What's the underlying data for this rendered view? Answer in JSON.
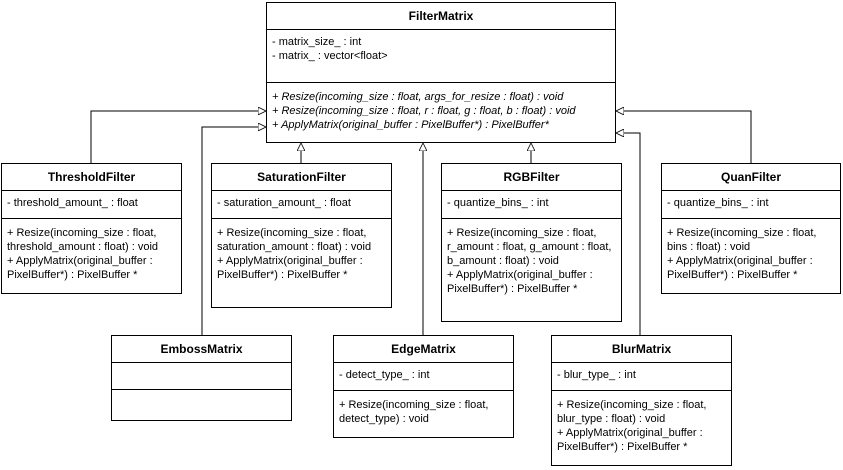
{
  "classes": {
    "filter_matrix": {
      "name": "FilterMatrix",
      "attributes": [
        "- matrix_size_ : int",
        "- matrix_ : vector<float>"
      ],
      "methods": [
        "+ Resize(incoming_size : float, args_for_resize : float) : void",
        "+ Resize(incoming_size : float, r : float, g : float, b : float) : void",
        "+ ApplyMatrix(original_buffer : PixelBuffer*) : PixelBuffer*"
      ]
    },
    "threshold_filter": {
      "name": "ThresholdFilter",
      "attributes": [
        "- threshold_amount_ : float"
      ],
      "methods": [
        "+ Resize(incoming_size : float, threshold_amount : float) : void",
        "+ ApplyMatrix(original_buffer : PixelBuffer*) : PixelBuffer *"
      ]
    },
    "saturation_filter": {
      "name": "SaturationFilter",
      "attributes": [
        "- saturation_amount_ : float"
      ],
      "methods": [
        "+ Resize(incoming_size : float, saturation_amount : float) : void",
        "+ ApplyMatrix(original_buffer : PixelBuffer*) : PixelBuffer *"
      ]
    },
    "rgb_filter": {
      "name": "RGBFilter",
      "attributes": [
        "- quantize_bins_ : int"
      ],
      "methods": [
        "+ Resize(incoming_size : float, r_amount : float, g_amount : float, b_amount : float) : void",
        "+ ApplyMatrix(original_buffer : PixelBuffer*) : PixelBuffer *"
      ]
    },
    "quan_filter": {
      "name": "QuanFilter",
      "attributes": [
        "- quantize_bins_ : int"
      ],
      "methods": [
        "+ Resize(incoming_size : float, bins : float) : void",
        "+ ApplyMatrix(original_buffer : PixelBuffer*) : PixelBuffer *"
      ]
    },
    "emboss_matrix": {
      "name": "EmbossMatrix",
      "attributes": [],
      "methods": []
    },
    "edge_matrix": {
      "name": "EdgeMatrix",
      "attributes": [
        "- detect_type_ : int"
      ],
      "methods": [
        "+ Resize(incoming_size : float, detect_type) : void"
      ]
    },
    "blur_matrix": {
      "name": "BlurMatrix",
      "attributes": [
        "- blur_type_ : int"
      ],
      "methods": [
        "+ Resize(incoming_size : float, blur_type : float) : void",
        "+ ApplyMatrix(original_buffer : PixelBuffer*) : PixelBuffer *"
      ]
    }
  },
  "colors": {
    "line": "#000000",
    "fill": "#ffffff"
  }
}
